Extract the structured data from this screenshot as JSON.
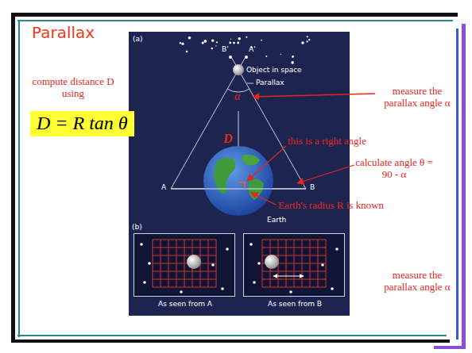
{
  "diagram": {
    "title": "Parallax",
    "nodes": [
      {
        "text": [
          "D = R tan θ"
        ]
      },
      {
        "text": [
          "As seen from A"
        ]
      },
      {
        "text": [
          "As seen from B"
        ]
      }
    ],
    "labels": [
      "compute distance D using",
      "(a)",
      "B'",
      "A'",
      "Object in space",
      "Parallax",
      "α",
      "D",
      "A",
      "B",
      "Earth",
      "(b)",
      "measure the parallax angle α",
      "this is a right angle",
      "calculate angle θ = 90 - α",
      "Earth's radius R is known",
      "measure the parallax angle α"
    ]
  }
}
